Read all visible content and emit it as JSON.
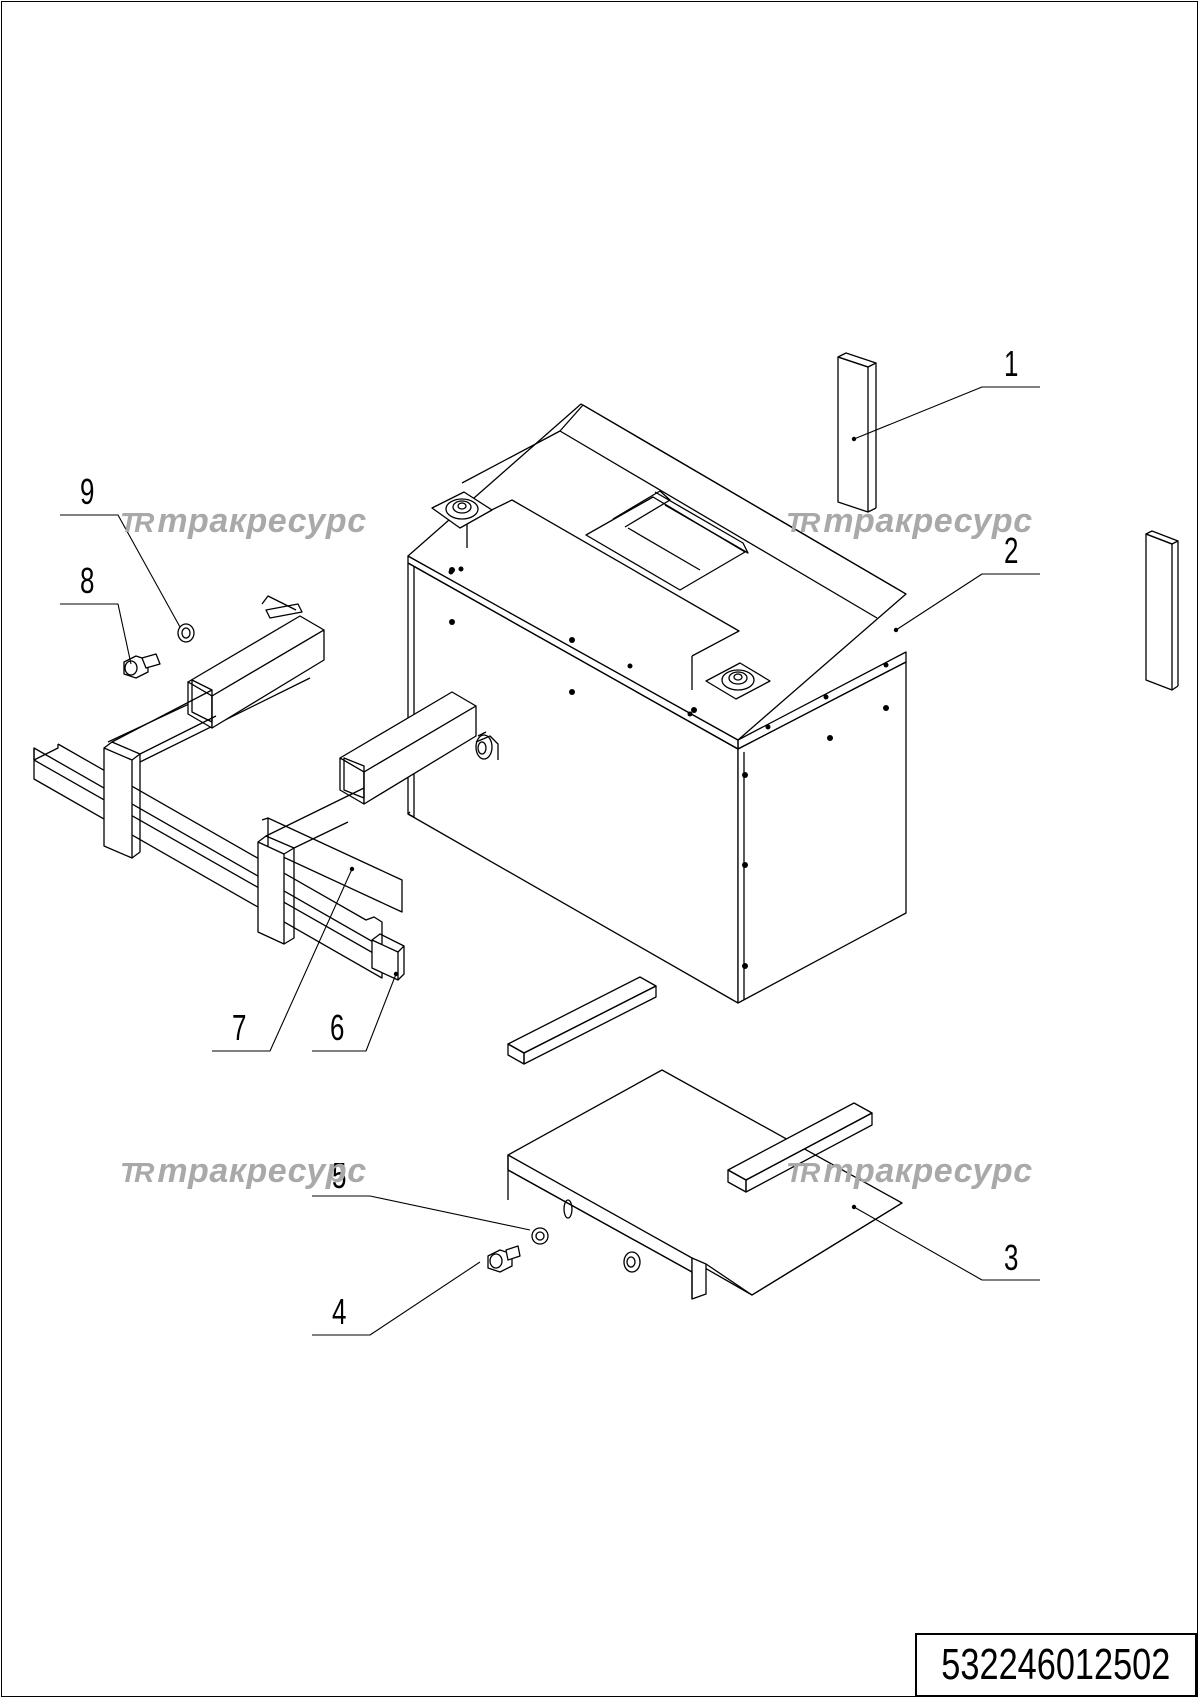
{
  "callouts": {
    "c1": "1",
    "c2": "2",
    "c3": "3",
    "c4": "4",
    "c5": "5",
    "c6": "6",
    "c7": "7",
    "c8": "8",
    "c9": "9"
  },
  "watermark": {
    "logo": "TR",
    "text": "тракресурс"
  },
  "document_number": "532246012502",
  "colors": {
    "line": "#000000",
    "watermark": "#a9a9a9"
  }
}
